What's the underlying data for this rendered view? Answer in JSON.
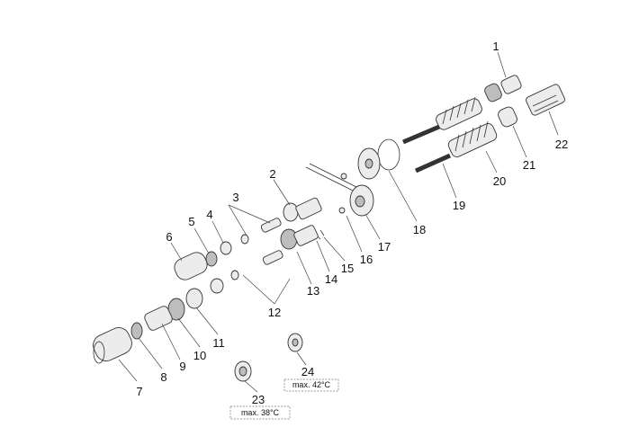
{
  "labels": {
    "p1": "1",
    "p2": "2",
    "p3": "3",
    "p4": "4",
    "p5": "5",
    "p6": "6",
    "p7": "7",
    "p8": "8",
    "p9": "9",
    "p10": "10",
    "p11": "11",
    "p12": "12",
    "p13": "13",
    "p14": "14",
    "p15": "15",
    "p16": "16",
    "p17": "17",
    "p18": "18",
    "p19": "19",
    "p20": "20",
    "p21": "21",
    "p22": "22",
    "p23": "23",
    "p24": "24"
  },
  "notes": {
    "n23": "max. 38°C",
    "n24": "max. 42°C"
  }
}
